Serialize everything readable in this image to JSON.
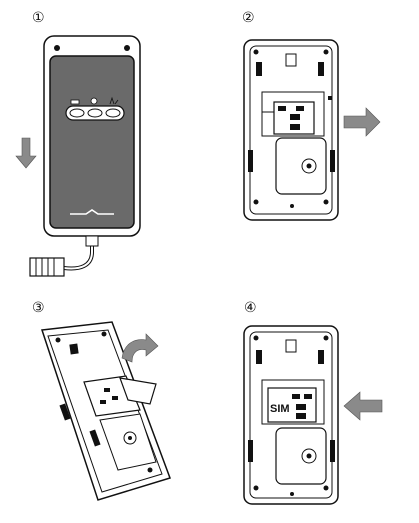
{
  "steps": [
    {
      "label": "①",
      "action": "slide-cover-down"
    },
    {
      "label": "②",
      "action": "remove-cover"
    },
    {
      "label": "③",
      "action": "lift-sim-holder"
    },
    {
      "label": "④",
      "action": "insert-sim"
    }
  ],
  "sim_label": "SIM",
  "colors": {
    "device_body": "#6a6a6a",
    "arrow_fill": "#8a8a8a",
    "outline": "#111111",
    "background": "#ffffff"
  },
  "icons": [
    "power-led-icon",
    "gps-led-icon",
    "gsm-led-icon",
    "down-arrow-icon",
    "right-arrow-icon",
    "curved-arrow-icon",
    "left-arrow-icon"
  ]
}
